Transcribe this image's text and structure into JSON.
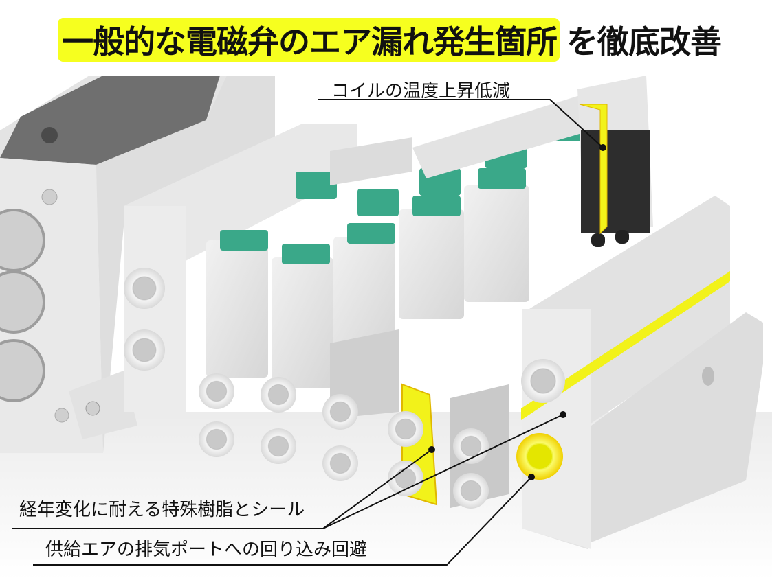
{
  "header": {
    "title_highlight": "一般的な電磁弁のエア漏れ発生箇所",
    "title_rest": "を徹底改善",
    "highlight_color": "#f6ff1f"
  },
  "callouts": [
    {
      "id": "coil",
      "label": "コイルの温度上昇低減"
    },
    {
      "id": "resin",
      "label": "経年変化に耐える特殊樹脂とシール"
    },
    {
      "id": "supply",
      "label": "供給エアの排気ポートへの回り込み回避"
    }
  ],
  "image": {
    "subject": "solenoid-valve-manifold",
    "accent_color": "#3aa889",
    "highlight_color": "#f2f21a"
  }
}
